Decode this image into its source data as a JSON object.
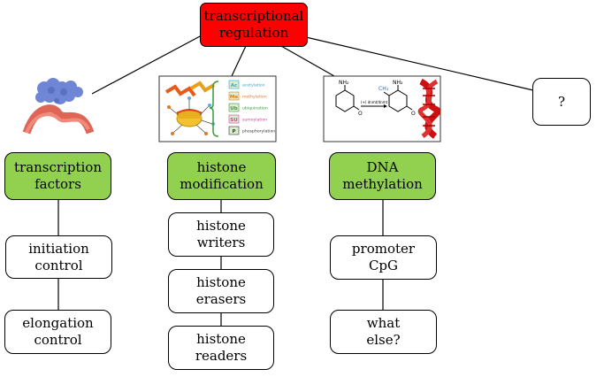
{
  "root": {
    "label": "transcriptional\nregulation",
    "color": "#ff0000"
  },
  "unknown": {
    "label": "?"
  },
  "branches": [
    {
      "label": "transcription\nfactors",
      "children": [
        "initiation\ncontrol",
        "elongation\ncontrol"
      ]
    },
    {
      "label": "histone\nmodification",
      "children": [
        "histone\nwriters",
        "histone\nerasers",
        "histone\nreaders"
      ]
    },
    {
      "label": "DNA\nmethylation",
      "children": [
        "promoter\nCpG",
        "what\nelse?"
      ]
    }
  ],
  "histone_figure": {
    "marks": [
      {
        "abbr": "Ac",
        "name": "acetylation",
        "color": "#2aa8d8"
      },
      {
        "abbr": "Me",
        "name": "methylation",
        "color": "#e07b1a"
      },
      {
        "abbr": "Ub",
        "name": "ubiquination",
        "color": "#3a9a3a"
      },
      {
        "abbr": "SU",
        "name": "sumoylation",
        "color": "#d03aa0"
      },
      {
        "abbr": "P",
        "name": "phosphorylation",
        "color": "#333333"
      }
    ]
  },
  "methylation_figure": {
    "nh2_left": "NH₂",
    "nh2_right": "NH₂",
    "ch3": "CH₃",
    "enzyme": "(+) dnmt/dnmt",
    "o_left": "O",
    "o_right": "O"
  },
  "palette": {
    "green": "#92d050",
    "line": "#000000",
    "dna_red": "#cc1111"
  }
}
